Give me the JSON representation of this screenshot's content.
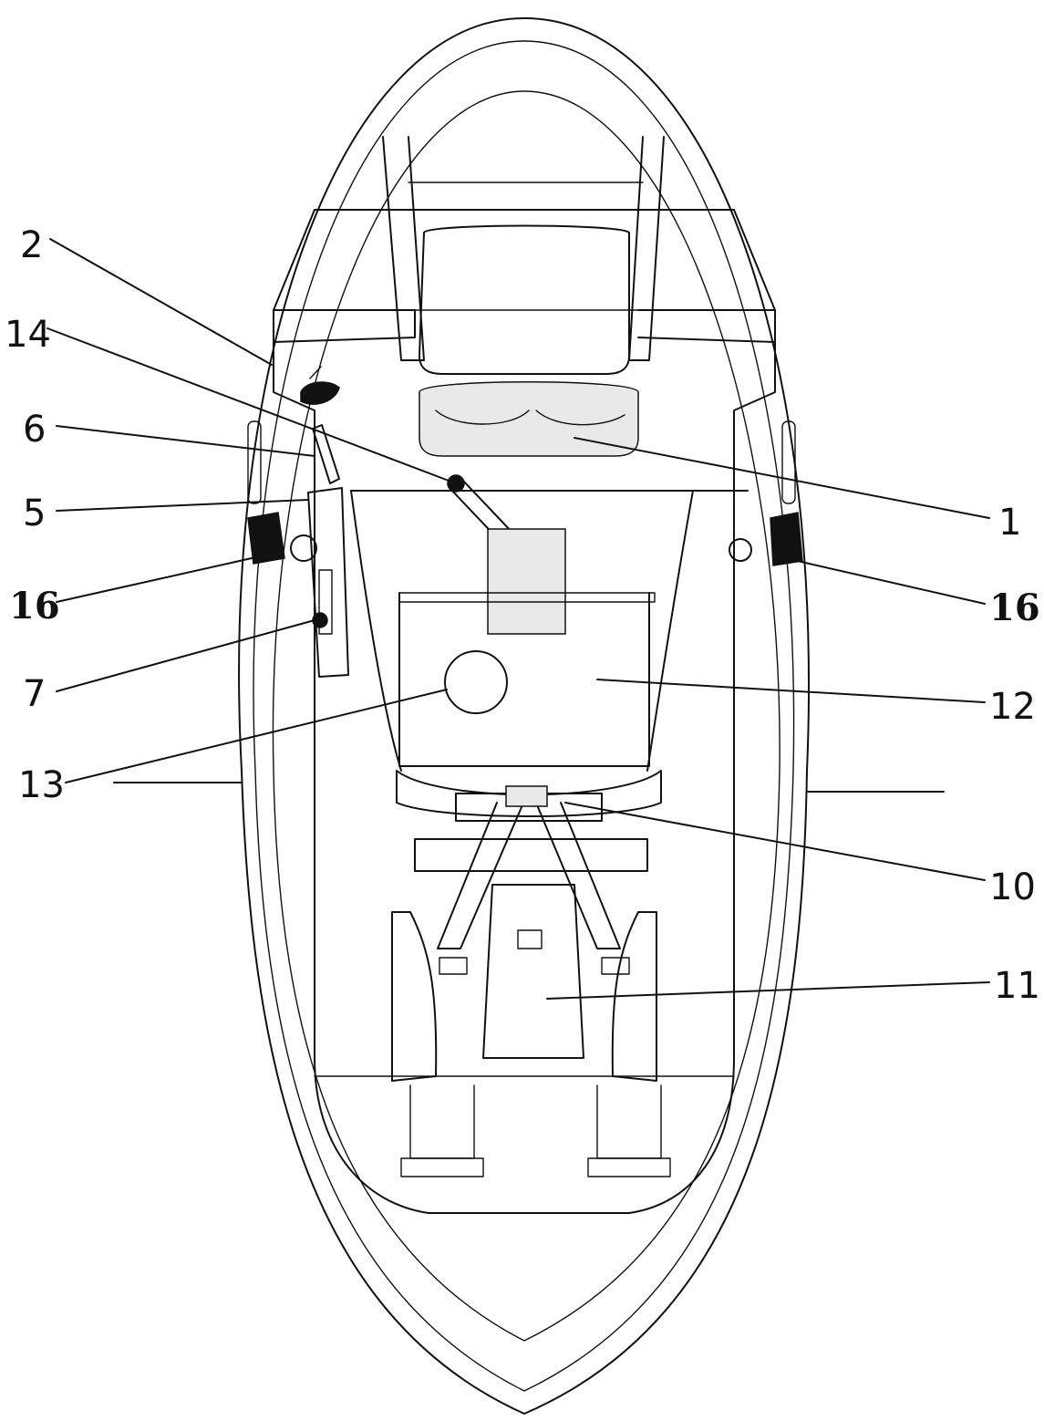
{
  "callouts": [
    {
      "id": "label-2",
      "text": "2"
    },
    {
      "id": "label-14",
      "text": "14"
    },
    {
      "id": "label-6",
      "text": "6"
    },
    {
      "id": "label-5",
      "text": "5"
    },
    {
      "id": "label-16-left",
      "text": "16"
    },
    {
      "id": "label-7",
      "text": "7"
    },
    {
      "id": "label-13",
      "text": "13"
    },
    {
      "id": "label-1",
      "text": "1"
    },
    {
      "id": "label-16-right",
      "text": "16"
    },
    {
      "id": "label-12",
      "text": "12"
    },
    {
      "id": "label-10",
      "text": "10"
    },
    {
      "id": "label-11",
      "text": "11"
    }
  ],
  "colors": {
    "ink": "#111111",
    "background": "#ffffff"
  }
}
